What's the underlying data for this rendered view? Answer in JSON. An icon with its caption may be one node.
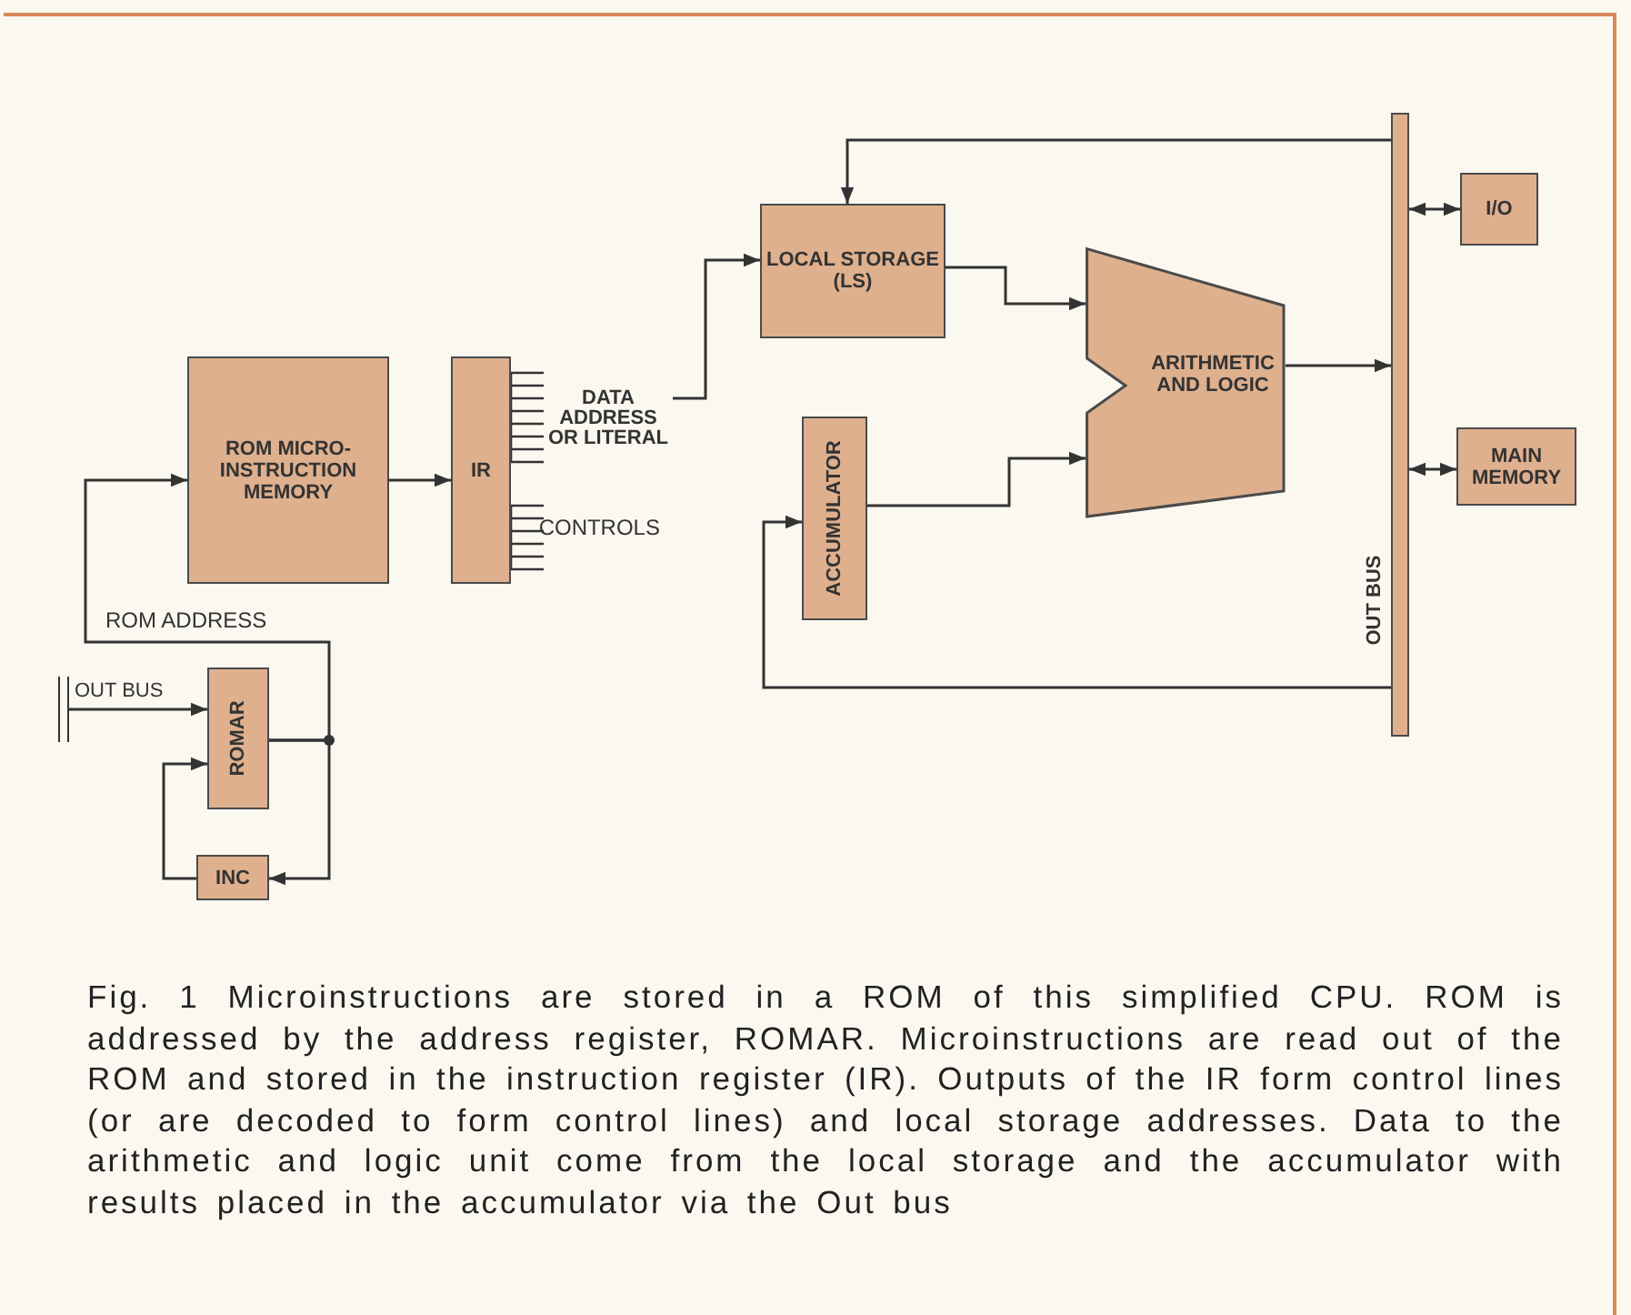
{
  "diagram": {
    "caption": "Fig. 1  Microinstructions are stored in a ROM of this simplified CPU. ROM is addressed by the address register, ROMAR. Microinstructions are read out of the ROM and stored in the instruction register (IR). Outputs of the IR form control lines (or are decoded to form control lines) and local storage addresses. Data to the arithmetic and logic unit come from the local storage and the accumulator with results placed in the accumulator via the Out bus",
    "nodes": [
      {
        "text": [
          "ROM MICRO-INSTRUCTION MEMORY"
        ]
      },
      {
        "text": [
          "IR"
        ]
      },
      {
        "text": [
          "DATA ADDRESS OR LITERAL"
        ]
      },
      {
        "text": [
          "LOCAL STORAGE (LS)"
        ]
      },
      {
        "text": [
          "ACCUMULATOR"
        ]
      },
      {
        "text": [
          "ARITHMETIC AND LOGIC"
        ]
      },
      {
        "text": [
          "OUT BUS"
        ]
      },
      {
        "text": [
          "I/O"
        ]
      },
      {
        "text": [
          "MAIN MEMORY"
        ]
      },
      {
        "text": [
          "OUT BUS"
        ]
      },
      {
        "text": [
          "ROMAR"
        ]
      },
      {
        "text": [
          "INC"
        ]
      },
      {
        "text": [
          "CONTROLS"
        ]
      }
    ],
    "edges": [
      {
        "from": 0,
        "to": 1,
        "arrow": "to"
      },
      {
        "from": 2,
        "to": 3,
        "arrow": "to"
      },
      {
        "from": 3,
        "to": 5,
        "arrow": "to"
      },
      {
        "from": 4,
        "to": 5,
        "arrow": "to"
      },
      {
        "from": 5,
        "to": 6,
        "arrow": "to"
      },
      {
        "from": 6,
        "to": 3,
        "arrow": "to"
      },
      {
        "from": 6,
        "to": 4,
        "arrow": "to"
      },
      {
        "from": 6,
        "to": 7,
        "arrow": "both"
      },
      {
        "from": 6,
        "to": 8,
        "arrow": "both"
      },
      {
        "from": 9,
        "to": 10,
        "arrow": "to"
      },
      {
        "from": 10,
        "to": 0,
        "arrow": "to",
        "label": "ROM ADDRESS"
      },
      {
        "from": 10,
        "to": 11,
        "arrow": "to"
      },
      {
        "from": 11,
        "to": 10,
        "arrow": "to"
      },
      {
        "from": 1,
        "to": 2,
        "arrow": "none"
      },
      {
        "from": 1,
        "to": 12,
        "arrow": "none"
      }
    ]
  }
}
